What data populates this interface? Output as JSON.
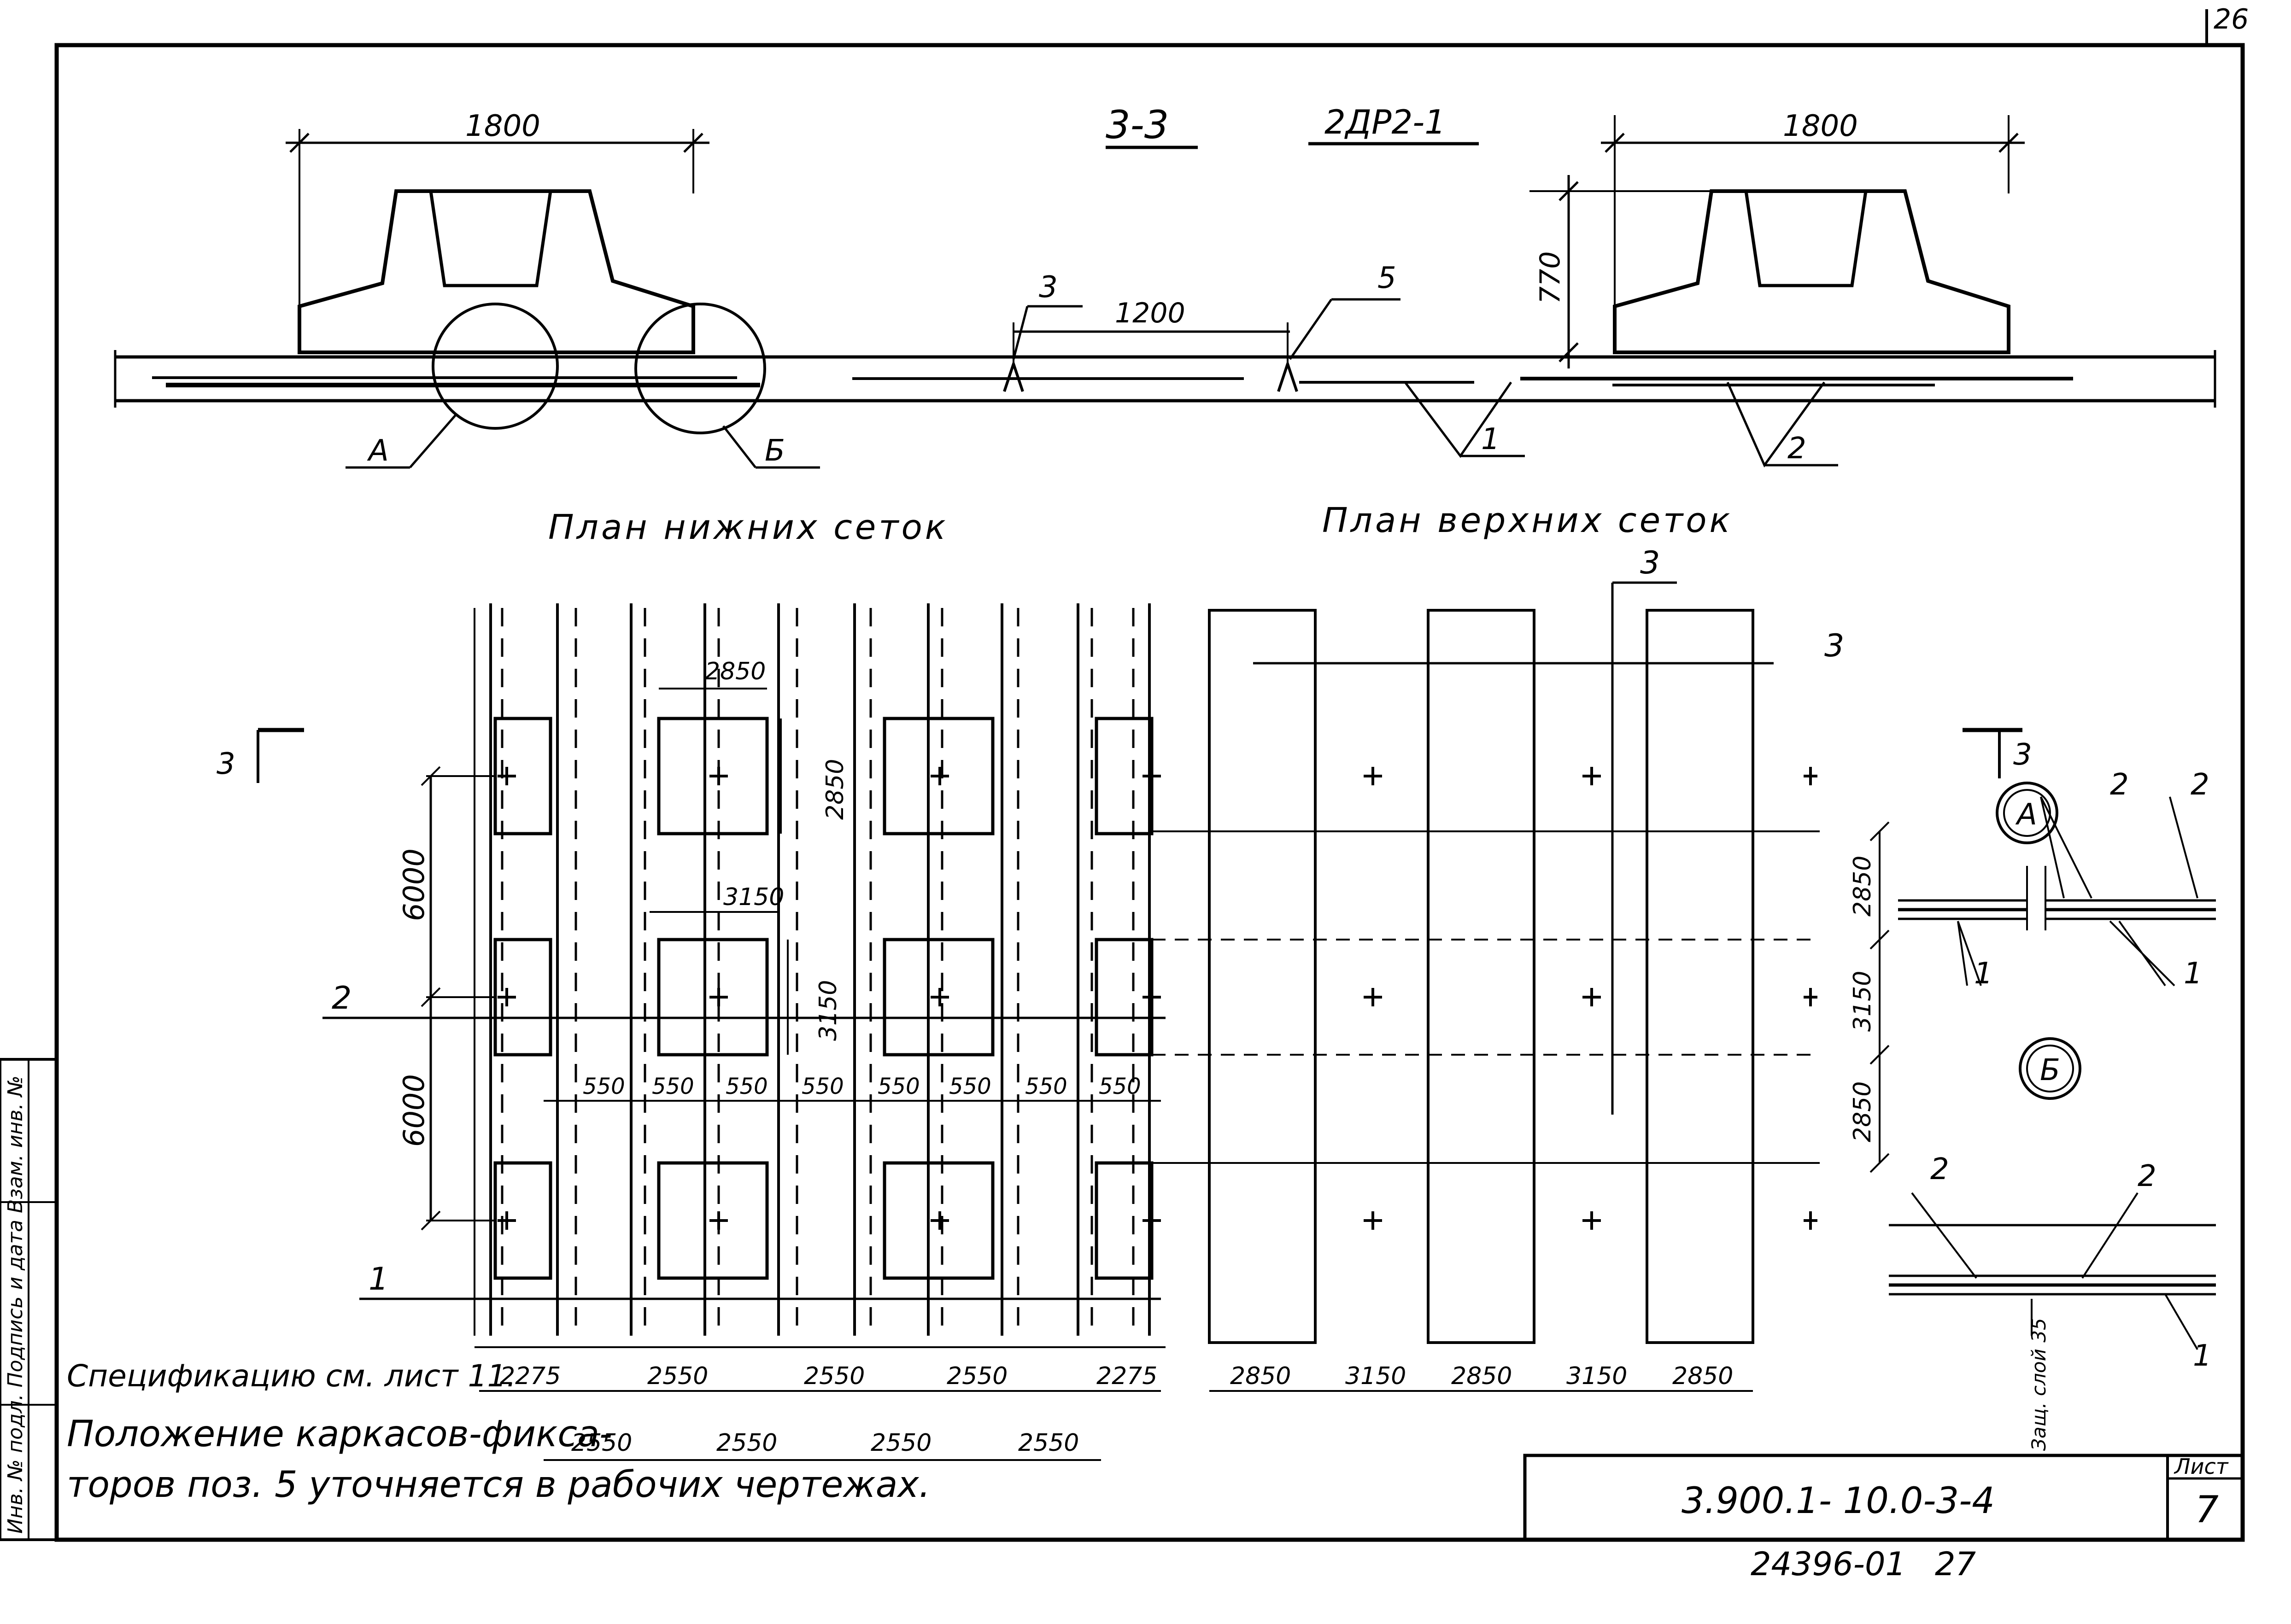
{
  "sheet": {
    "corner_number": "26",
    "section_title": "3-3",
    "element_mark": "2ДР2-1",
    "doc_code": "3.900.1- 10.0-3-4",
    "sheet_label": "Лист",
    "sheet_number": "7",
    "archive_number": "24396-01",
    "archive_page": "27",
    "side_stamp": "Инв. № подл. Подпись и дата Взам. инв. №"
  },
  "section": {
    "dim_left_width": "1800",
    "dim_right_width": "1800",
    "dim_height": "770",
    "dim_fixator_spacing": "1200",
    "callout_3": "3",
    "callout_5": "5",
    "callout_1": "1",
    "callout_2": "2",
    "detail_a": "А",
    "detail_b": "Б"
  },
  "plans": {
    "lower_title": "План нижних сеток",
    "upper_title": "План верхних сеток",
    "cut_label": "3",
    "mark_1": "1",
    "mark_2": "2",
    "mark_3": "3",
    "dim_square_w": "2850",
    "dim_square_h": "2850",
    "dim_mid_w": "3150",
    "dim_mid_h": "3150",
    "dim_pitch_1": "6000",
    "dim_pitch_2": "6000",
    "strip_dims": [
      "550",
      "550",
      "550",
      "550",
      "550",
      "550",
      "550",
      "550"
    ],
    "bottom_row_1": [
      "2275",
      "2550",
      "2550",
      "2550",
      "2275"
    ],
    "bottom_row_2": [
      "2550",
      "2550",
      "2550",
      "2550"
    ],
    "upper_bottom_dims": [
      "2850",
      "3150",
      "2850",
      "3150",
      "2850"
    ],
    "upper_right_dims": [
      "2850",
      "3150",
      "2850"
    ]
  },
  "details": {
    "a_label": "А",
    "b_label": "Б",
    "mark_1": "1",
    "mark_2": "2",
    "cover_note": "Защ. слой 35"
  },
  "notes": {
    "spec_ref": "Спецификацию см. лист 11.",
    "note_line_1": "Положение каркасов-фикса-",
    "note_line_2": "торов поз. 5 уточняется в рабочих чертежах."
  }
}
